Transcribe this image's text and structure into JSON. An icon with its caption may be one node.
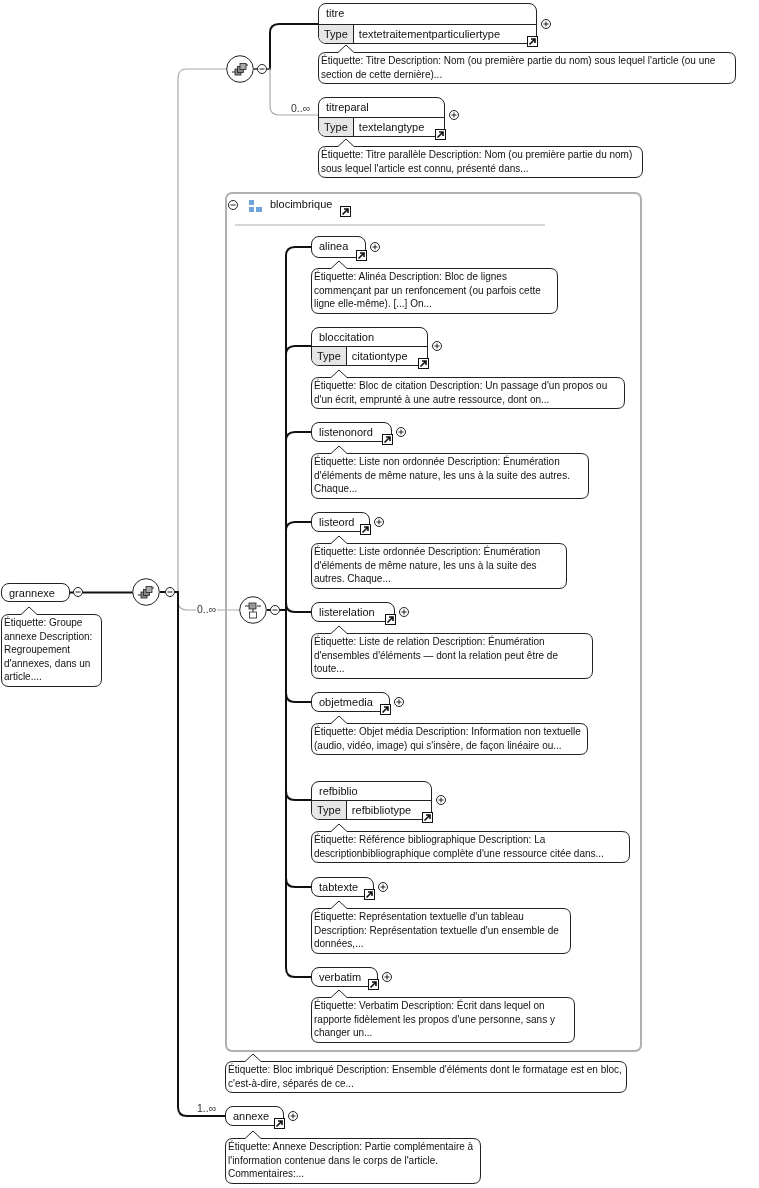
{
  "diagram": {
    "nodes": [
      {
        "text": [
          "grannexe"
        ],
        "beside": [
          "Étiquette: Groupe annexe Description: Regroupement d'annexes, dans un article...."
        ]
      },
      {
        "text": [],
        "shape": "circle"
      },
      {
        "text": [],
        "shape": "circle"
      },
      {
        "text": [
          "titre",
          "Type",
          "textetraitementparticuliertype"
        ],
        "beside": [
          "Étiquette: Titre Description: Nom (ou première partie du nom) sous lequel l'article (ou une section de cette dernière)..."
        ]
      },
      {
        "text": [
          "titreparal",
          "Type",
          "textelangtype"
        ],
        "beside": [
          "Étiquette: Titre parallèle Description: Nom (ou première partie du nom) sous lequel l'article est connu, présenté dans..."
        ]
      },
      {
        "text": [
          "blocimbrique"
        ],
        "beside": [
          "Étiquette: Bloc imbriqué Description: Ensemble d'éléments dont le formatage est en bloc, c'est-à-dire, séparés de ce..."
        ]
      },
      {
        "text": [],
        "shape": "circle",
        "in": 5
      },
      {
        "text": [
          "alinea"
        ],
        "in": 5,
        "beside": [
          "Étiquette: Alinéa Description: Bloc de lignes commençant par un renfoncement (ou parfois cette ligne elle-même). [...] On..."
        ]
      },
      {
        "text": [
          "bloccitation",
          "Type",
          "citationtype"
        ],
        "in": 5,
        "beside": [
          "Étiquette: Bloc de citation Description: Un passage d'un propos ou d'un écrit, emprunté à une autre ressource, dont on..."
        ]
      },
      {
        "text": [
          "listenonord"
        ],
        "in": 5,
        "beside": [
          "Étiquette: Liste non ordonnée Description: Énumération d'éléments de même nature, les uns à la suite des autres. Chaque..."
        ]
      },
      {
        "text": [
          "listeord"
        ],
        "in": 5,
        "beside": [
          "Étiquette: Liste ordonnée Description: Énumération d'éléments de même nature, les uns à la suite des autres. Chaque..."
        ]
      },
      {
        "text": [
          "listerelation"
        ],
        "in": 5,
        "beside": [
          "Étiquette: Liste de relation Description: Énumération d'ensembles d'éléments — dont la relation peut être de toute..."
        ]
      },
      {
        "text": [
          "objetmedia"
        ],
        "in": 5,
        "beside": [
          "Étiquette: Objet média Description: Information non textuelle (audio, vidéo, image) qui s'insère, de façon linéaire ou..."
        ]
      },
      {
        "text": [
          "refbiblio",
          "Type",
          "refbibliotype"
        ],
        "in": 5,
        "beside": [
          "Étiquette: Référence bibliographique Description: La descriptionbibliographique complète d'une ressource citée dans..."
        ]
      },
      {
        "text": [
          "tabtexte"
        ],
        "in": 5,
        "beside": [
          "Étiquette: Représentation textuelle d'un tableau Description: Représentation textuelle d'un ensemble de données,..."
        ]
      },
      {
        "text": [
          "verbatim"
        ],
        "in": 5,
        "beside": [
          "Étiquette: Verbatim Description: Écrit dans lequel on rapporte fidèlement les propos d'une personne, sans y changer un..."
        ]
      },
      {
        "text": [
          "annexe"
        ],
        "beside": [
          "Étiquette: Annexe Description: Partie complémentaire à l'information contenue dans le corps de l'article. Commentaires:..."
        ]
      }
    ],
    "edges": [
      {
        "from": 0,
        "to": 1,
        "arrow": "none"
      },
      {
        "from": 1,
        "to": 2,
        "arrow": "none",
        "color": "#aaaaaa"
      },
      {
        "from": 2,
        "to": 3,
        "arrow": "none"
      },
      {
        "from": 2,
        "to": 4,
        "arrow": "none",
        "label": "0..∞",
        "color": "#aaaaaa"
      },
      {
        "from": 1,
        "to": 6,
        "arrow": "none",
        "label": "0..∞",
        "color": "#aaaaaa"
      },
      {
        "from": 6,
        "to": 7,
        "arrow": "none"
      },
      {
        "from": 6,
        "to": 8,
        "arrow": "none"
      },
      {
        "from": 6,
        "to": 9,
        "arrow": "none"
      },
      {
        "from": 6,
        "to": 10,
        "arrow": "none"
      },
      {
        "from": 6,
        "to": 11,
        "arrow": "none"
      },
      {
        "from": 6,
        "to": 12,
        "arrow": "none"
      },
      {
        "from": 6,
        "to": 13,
        "arrow": "none"
      },
      {
        "from": 6,
        "to": 14,
        "arrow": "none"
      },
      {
        "from": 6,
        "to": 15,
        "arrow": "none"
      },
      {
        "from": 1,
        "to": 16,
        "arrow": "none",
        "label": "1..∞"
      }
    ]
  }
}
